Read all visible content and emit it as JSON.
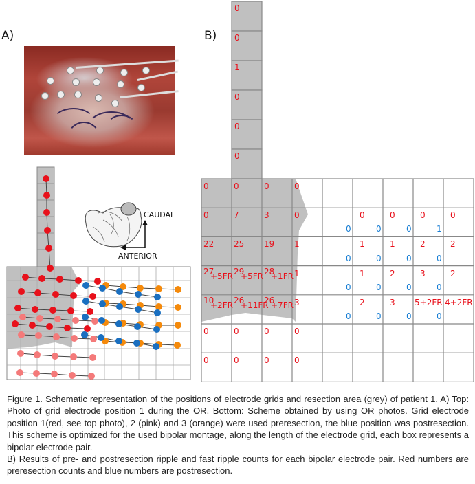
{
  "panel_a": {
    "label": "A)",
    "orientation": {
      "caudal_label": "CAUDAL",
      "anterior_label": "ANTERIOR"
    },
    "position_colors": {
      "position1_red": "#e8111b",
      "position2_pink": "#f47a7a",
      "position3_orange": "#f58a0b",
      "postresection_blue": "#1a6fc0"
    },
    "resection_color": "#c0c0c0"
  },
  "panel_b": {
    "label": "B)",
    "strip_values": [
      "0",
      "0",
      "1",
      "0",
      "0",
      "0"
    ],
    "grid_pre": [
      [
        {
          "v": "0"
        },
        {
          "v": "0"
        },
        {
          "v": "0"
        },
        {
          "v": "0"
        },
        null,
        null,
        null,
        null,
        null
      ],
      [
        {
          "v": "0"
        },
        {
          "v": "7"
        },
        {
          "v": "3"
        },
        {
          "v": "0"
        },
        null,
        {
          "v": "0"
        },
        {
          "v": "0"
        },
        {
          "v": "0"
        },
        {
          "v": "0"
        }
      ],
      [
        {
          "v": "22"
        },
        {
          "v": "25"
        },
        {
          "v": "19"
        },
        {
          "v": "1"
        },
        null,
        {
          "v": "1"
        },
        {
          "v": "1"
        },
        {
          "v": "2"
        },
        {
          "v": "2"
        }
      ],
      [
        {
          "v": "27",
          "fr": "+5FR"
        },
        {
          "v": "29",
          "fr": "+5FR"
        },
        {
          "v": "28",
          "fr": "+1FR"
        },
        {
          "v": "1"
        },
        null,
        {
          "v": "1"
        },
        {
          "v": "2"
        },
        {
          "v": "3"
        },
        {
          "v": "2"
        }
      ],
      [
        {
          "v": "10",
          "fr": "+2FR"
        },
        {
          "v": "26",
          "fr": "+11FR"
        },
        {
          "v": "26",
          "fr": "+7FR"
        },
        {
          "v": "3"
        },
        null,
        {
          "v": "2"
        },
        {
          "v": "3"
        },
        {
          "v": "5+2FR"
        },
        {
          "v": "4+2FR"
        }
      ],
      [
        {
          "v": "0"
        },
        {
          "v": "0"
        },
        {
          "v": "0"
        },
        {
          "v": "0"
        },
        null,
        null,
        null,
        null,
        null
      ],
      [
        {
          "v": "0"
        },
        {
          "v": "0"
        },
        {
          "v": "0"
        },
        {
          "v": "0"
        },
        null,
        null,
        null,
        null,
        null
      ]
    ],
    "grid_post": [
      [
        null,
        null,
        null,
        null,
        null,
        null,
        null,
        null,
        null
      ],
      [
        null,
        null,
        null,
        null,
        "0",
        "0",
        "0",
        "1",
        null
      ],
      [
        null,
        null,
        null,
        null,
        "0",
        "0",
        "0",
        "0",
        null
      ],
      [
        null,
        null,
        null,
        null,
        "0",
        "0",
        "0",
        "0",
        null
      ],
      [
        null,
        null,
        null,
        null,
        "0",
        "0",
        "0",
        "0",
        null
      ],
      [
        null,
        null,
        null,
        null,
        null,
        null,
        null,
        null,
        null
      ],
      [
        null,
        null,
        null,
        null,
        null,
        null,
        null,
        null,
        null
      ]
    ],
    "pre_color": "#e8111b",
    "post_color": "#1a7fd4"
  },
  "caption": {
    "paragraph_a": "Figure 1. Schematic representation of the positions of electrode grids and resection area (grey) of patient 1. A) Top: Photo of grid electrode position 1 during the OR. Bottom: Scheme obtained by using OR photos. Grid electrode position 1(red, see top photo), 2 (pink) and 3 (orange) were used preresection, the blue position was postresection. This scheme is optimized for the used bipolar montage, along the length of the electrode grid, each box represents a bipolar electrode pair.",
    "paragraph_b": "B) Results of pre- and postresection ripple and fast ripple counts for each bipolar electrode pair. Red numbers are preresection counts and blue numbers are postresection."
  }
}
